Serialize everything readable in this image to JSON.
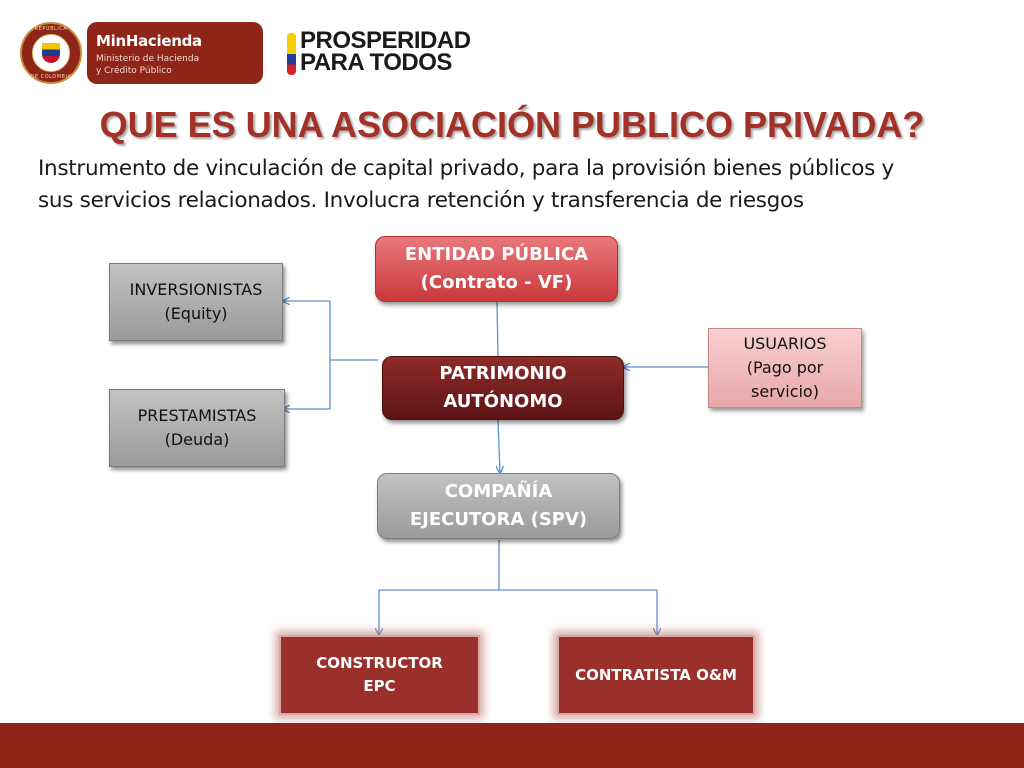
{
  "header": {
    "seal": {
      "ring_top": "REPÚBLICA",
      "ring_bottom": "DE COLOMBIA"
    },
    "ministry": {
      "name": "MinHacienda",
      "line1": "Ministerio de Hacienda",
      "line2": "y Crédito Público"
    },
    "prosperidad": {
      "line1": "PROSPERIDAD",
      "line2": "PARA TODOS"
    }
  },
  "title": "QUE ES UNA ASOCIACIÓN PUBLICO PRIVADA?",
  "intro": {
    "line1": "Instrumento de vinculación de capital privado, para la provisión  bienes públicos y",
    "line2": "sus servicios relacionados. Involucra retención y transferencia de riesgos"
  },
  "diagram": {
    "entidad": {
      "line1": "ENTIDAD PÚBLICA",
      "line2": "(Contrato - VF)"
    },
    "inversionistas": {
      "line1": "INVERSIONISTAS",
      "line2": "(Equity)"
    },
    "prestamistas": {
      "line1": "PRESTAMISTAS",
      "line2": "(Deuda)"
    },
    "patrimonio": {
      "line1": "PATRIMONIO",
      "line2": "AUTÓNOMO"
    },
    "usuarios": {
      "line1": "USUARIOS",
      "line2": "(Pago por",
      "line3": "servicio)"
    },
    "compania": {
      "line1": "COMPAÑÍA",
      "line2": "EJECUTORA  (SPV)"
    },
    "constructor": {
      "line1": "CONSTRUCTOR",
      "line2": "EPC"
    },
    "contratista": {
      "line1": "CONTRATISTA O&M"
    }
  },
  "colors": {
    "brand_maroon": "#8f2418",
    "title_red": "#a23227",
    "connector_blue": "#5b8fd1"
  }
}
